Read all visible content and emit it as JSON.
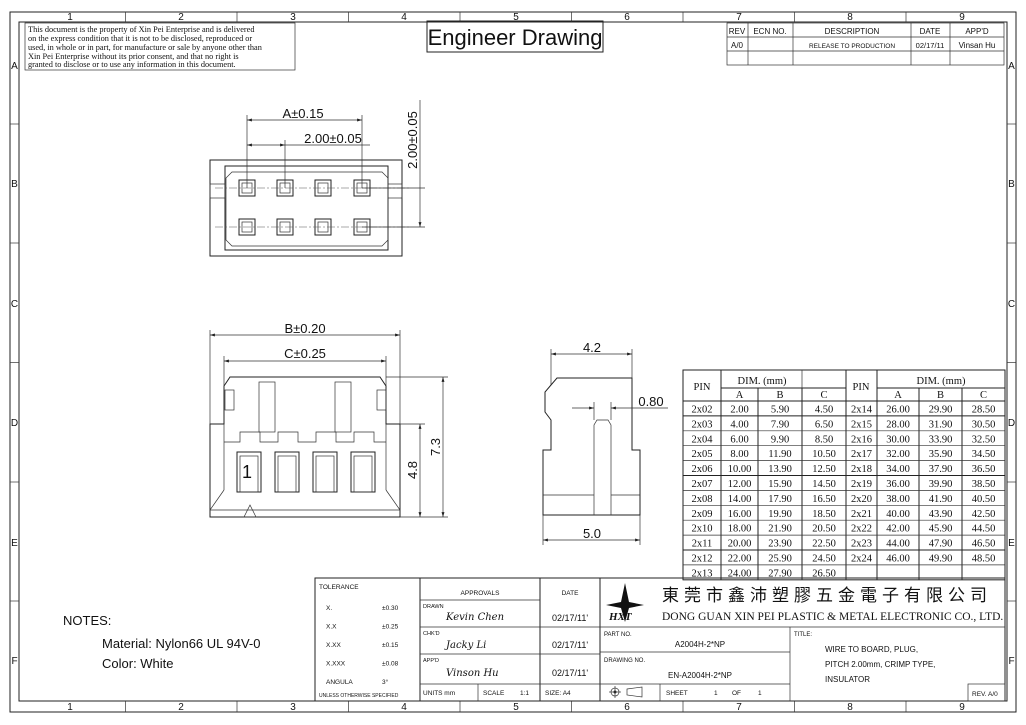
{
  "frame": {
    "columns": [
      "1",
      "2",
      "3",
      "4",
      "5",
      "6",
      "7",
      "8",
      "9"
    ],
    "rows": [
      "A",
      "B",
      "C",
      "D",
      "E",
      "F"
    ]
  },
  "notice": [
    "This document is the property of Xin Pei Enterprise and is delivered",
    "on the express condition that it is not to be disclosed, reproduced or",
    "used, in whole or in part, for manufacture or sale by anyone other than",
    "Xin Pei Enterprise without its prior consent, and that no right is",
    "granted to disclose or to use any information in this document."
  ],
  "title": "Engineer Drawing",
  "revision_table": {
    "headers": [
      "REV",
      "ECN NO.",
      "DESCRIPTION",
      "DATE",
      "APP'D"
    ],
    "rows": [
      [
        "A/0",
        "",
        "RELEASE TO PRODUCTION",
        "02/17/11",
        "Vinsan Hu"
      ]
    ]
  },
  "dimensions": {
    "top_a": "A±0.15",
    "top_pitch": "2.00±0.05",
    "top_row_pitch": "2.00±0.05",
    "front_b": "B±0.20",
    "front_c": "C±0.25",
    "front_h1": "4.8",
    "front_h2": "7.3",
    "pin1": "1",
    "side_top": "4.2",
    "side_gap": "0.80",
    "side_bottom": "5.0"
  },
  "dim_table": {
    "pin_label": "PIN",
    "dim_label": "DIM. (mm)",
    "cols": [
      "A",
      "B",
      "C"
    ],
    "left": [
      [
        "2x02",
        "2.00",
        "5.90",
        "4.50"
      ],
      [
        "2x03",
        "4.00",
        "7.90",
        "6.50"
      ],
      [
        "2x04",
        "6.00",
        "9.90",
        "8.50"
      ],
      [
        "2x05",
        "8.00",
        "11.90",
        "10.50"
      ],
      [
        "2x06",
        "10.00",
        "13.90",
        "12.50"
      ],
      [
        "2x07",
        "12.00",
        "15.90",
        "14.50"
      ],
      [
        "2x08",
        "14.00",
        "17.90",
        "16.50"
      ],
      [
        "2x09",
        "16.00",
        "19.90",
        "18.50"
      ],
      [
        "2x10",
        "18.00",
        "21.90",
        "20.50"
      ],
      [
        "2x11",
        "20.00",
        "23.90",
        "22.50"
      ],
      [
        "2x12",
        "22.00",
        "25.90",
        "24.50"
      ],
      [
        "2x13",
        "24.00",
        "27.90",
        "26.50"
      ]
    ],
    "right": [
      [
        "2x14",
        "26.00",
        "29.90",
        "28.50"
      ],
      [
        "2x15",
        "28.00",
        "31.90",
        "30.50"
      ],
      [
        "2x16",
        "30.00",
        "33.90",
        "32.50"
      ],
      [
        "2x17",
        "32.00",
        "35.90",
        "34.50"
      ],
      [
        "2x18",
        "34.00",
        "37.90",
        "36.50"
      ],
      [
        "2x19",
        "36.00",
        "39.90",
        "38.50"
      ],
      [
        "2x20",
        "38.00",
        "41.90",
        "40.50"
      ],
      [
        "2x21",
        "40.00",
        "43.90",
        "42.50"
      ],
      [
        "2x22",
        "42.00",
        "45.90",
        "44.50"
      ],
      [
        "2x23",
        "44.00",
        "47.90",
        "46.50"
      ],
      [
        "2x24",
        "46.00",
        "49.90",
        "48.50"
      ]
    ]
  },
  "notes": {
    "heading": "NOTES:",
    "material": "Material: Nylon66 UL 94V-0",
    "color": "Color: White"
  },
  "title_block": {
    "tolerance_label": "TOLERANCE",
    "tolerances": [
      [
        "X.",
        "±0.30"
      ],
      [
        "X.X",
        "±0.25"
      ],
      [
        "X.XX",
        "±0.15"
      ],
      [
        "X.XXX",
        "±0.08"
      ],
      [
        "ANGULA",
        "3°"
      ]
    ],
    "unless": "UNLESS OTHERWISE SPECIFIED",
    "approvals_label": "APPROVALS",
    "date_label": "DATE",
    "drawn_label": "DRAWN",
    "drawn_by": "Kevin Chen",
    "drawn_date": "02/17/11'",
    "chkd_label": "CHK'D",
    "chkd_by": "Jacky Li",
    "chkd_date": "02/17/11'",
    "appd_label": "APP'D",
    "appd_by": "Vinson Hu",
    "appd_date": "02/17/11'",
    "units": "UNITS mm",
    "scale_label": "SCALE",
    "scale": "1:1",
    "size": "SIZE: A4",
    "company_cn": "東莞市鑫沛塑膠五金電子有限公司",
    "company_en": "DONG GUAN XIN PEI PLASTIC & METAL ELECTRONIC CO., LTD.",
    "logo_text": "HXT",
    "part_no_label": "PART NO.",
    "part_no": "A2004H-2*NP",
    "drawing_no_label": "DRAWING NO.",
    "drawing_no": "EN-A2004H-2*NP",
    "sheet_label": "SHEET",
    "sheet": "1",
    "of_label": "OF",
    "sheet_total": "1",
    "title_label": "TITLE:",
    "title_lines": [
      "WIRE TO BOARD, PLUG,",
      "PITCH 2.00mm, CRIMP TYPE,",
      "INSULATOR"
    ],
    "rev": "REV. A/0"
  }
}
